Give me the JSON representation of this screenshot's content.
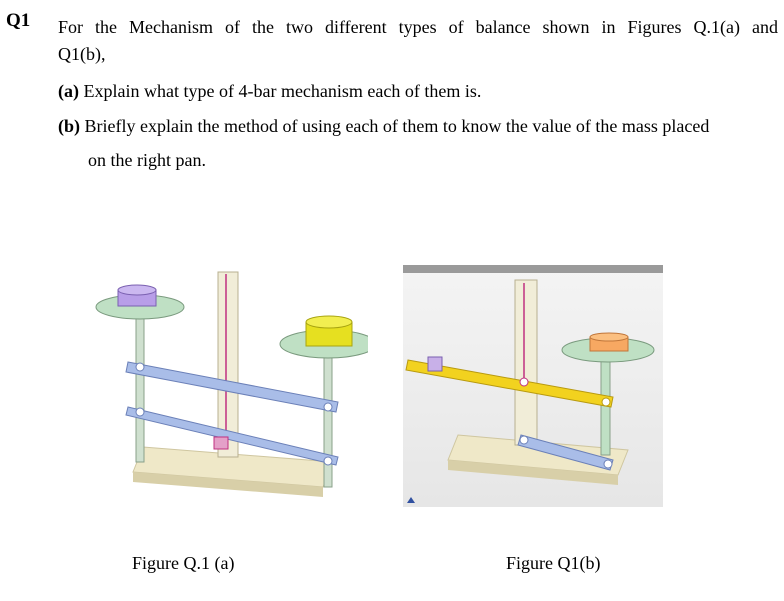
{
  "question": {
    "number": "Q1",
    "stem_line1": "For the Mechanism of the two different types of balance shown in Figures Q.1(a) and",
    "stem_line2": "Q1(b),",
    "part_a_label": "(a)",
    "part_a_text": "Explain what type of 4-bar mechanism each of them is.",
    "part_b_label": "(b)",
    "part_b_text": "Briefly explain the method of using each of them to know the value of the mass placed",
    "part_b_text2": "on the right pan."
  },
  "figures": {
    "a_caption": "Figure Q.1 (a)",
    "b_caption": "Figure Q1(b)"
  },
  "colors": {
    "purple_mass": "#b89ee8",
    "yellow_mass": "#e6e020",
    "orange_mass": "#f7a862",
    "pan_green": "#bfe0c4",
    "blue_bar": "#a9bde8",
    "yellow_bar": "#f2d21f",
    "base": "#efe8c8"
  }
}
